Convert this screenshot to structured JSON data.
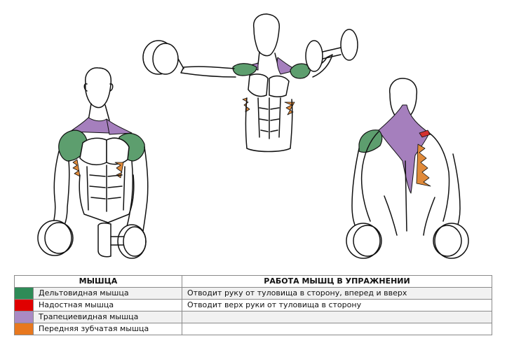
{
  "legend": {
    "header_muscle": "МЫШЦА",
    "header_action": "РАБОТА МЫШЦ В УПРАЖНЕНИИ",
    "rows": [
      {
        "color": "#2e8b57",
        "muscle": "Дельтовидная мышца",
        "action": "Отводит руку от туловища в сторону, вперед и вверх"
      },
      {
        "color": "#e00000",
        "muscle": "Надостная мышца",
        "action": "Отводит верх руки от туловища в сторону"
      },
      {
        "color": "#a98ac4",
        "muscle": "Трапециевидная мышца",
        "action": ""
      },
      {
        "color": "#e8781e",
        "muscle": "Передняя зубчатая мышца",
        "action": ""
      }
    ]
  },
  "muscle_colors": {
    "deltoid": "#5d9e6e",
    "supraspinatus": "#d43030",
    "trapezius": "#a57fbd",
    "serratus": "#e08a3a"
  }
}
